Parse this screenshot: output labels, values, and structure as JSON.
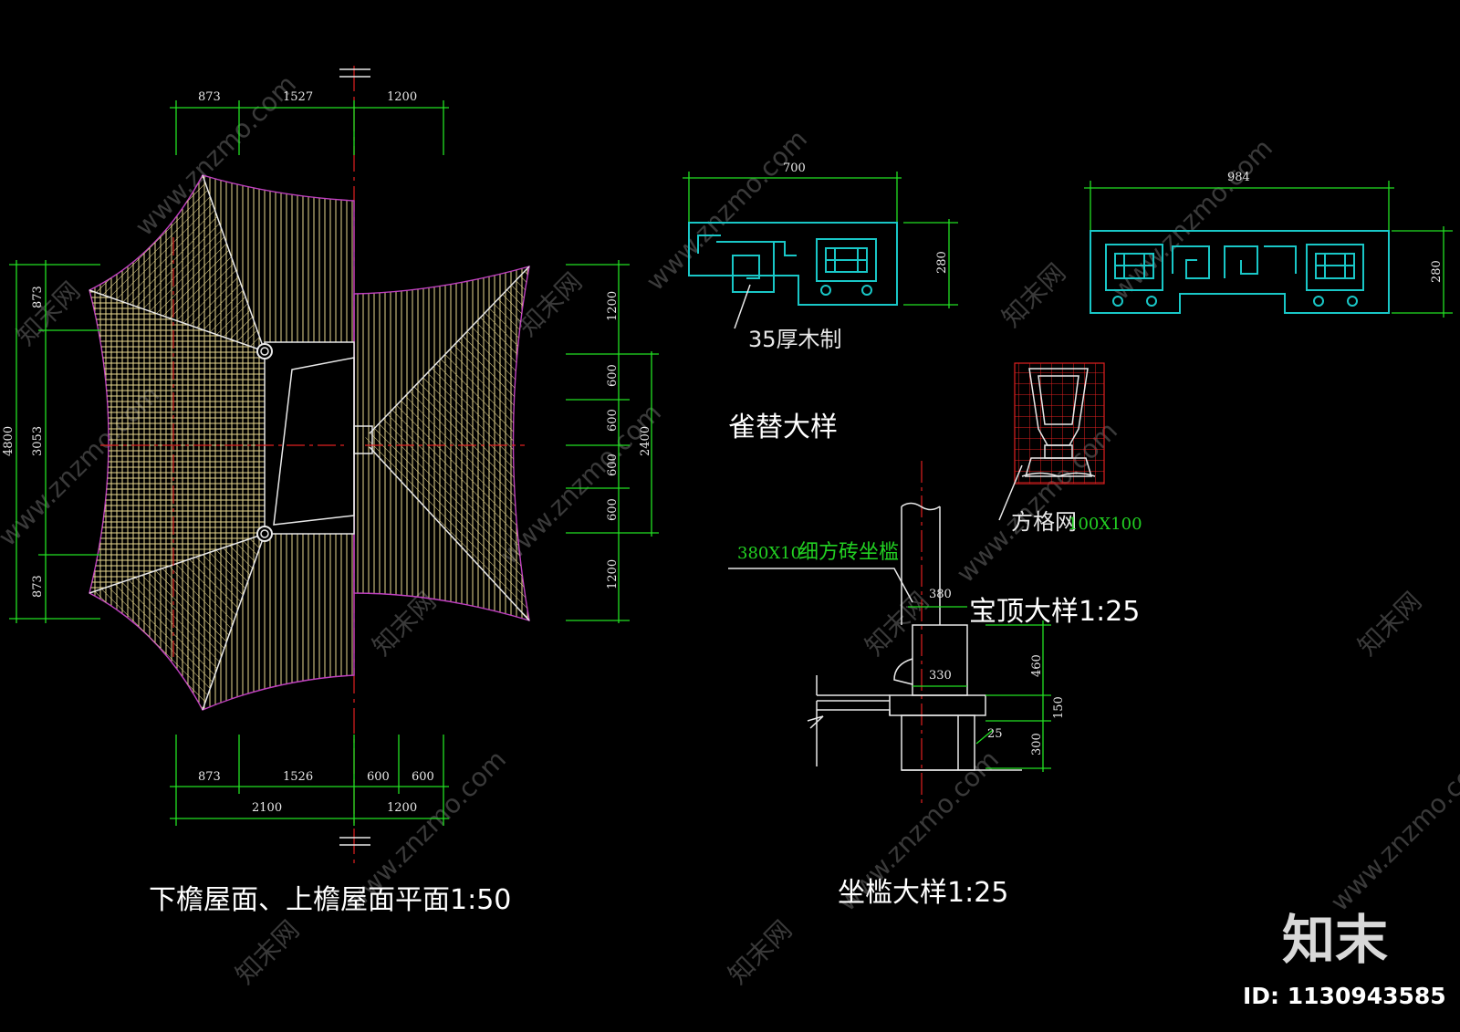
{
  "titles": {
    "roof_plan": "下檐屋面、上檐屋面平面1:50",
    "bracket": "雀替大样",
    "finial": "宝顶大样1:25",
    "bench": "坐槛大样1:25"
  },
  "notes": {
    "wood": "35厚木制",
    "grid": "方格网",
    "grid_size": "100X100",
    "brick_size": "380X10",
    "brick": "细方砖坐槛"
  },
  "roof_plan_dims": {
    "top": [
      "873",
      "1527",
      "1200"
    ],
    "left": [
      "873",
      "3053",
      "873"
    ],
    "left_total": "4800",
    "right": [
      "1200",
      "600",
      "600",
      "600",
      "600",
      "1200"
    ],
    "right_total": "2400",
    "bottom": [
      "873",
      "1526",
      "600",
      "600"
    ],
    "bottom_total": [
      "2100",
      "1200"
    ]
  },
  "bracket_dims": {
    "left_width": "700",
    "left_height": "280",
    "right_width": "984",
    "right_height": "280"
  },
  "bench_dims": {
    "top_width": "380",
    "mid_width": "330",
    "heights": [
      "460",
      "150",
      "300"
    ],
    "offset": "25"
  },
  "watermark": {
    "site": "www.znzmo.com",
    "cn": "知末网"
  },
  "brand": {
    "logo": "知末",
    "id": "ID: 1130943585"
  },
  "colors": {
    "background": "#000000",
    "dimension": "#22e022",
    "outline": "#e8e8e8",
    "detail": "#19c7c7",
    "centerline": "#e02020",
    "hatch": "#e8d890"
  }
}
